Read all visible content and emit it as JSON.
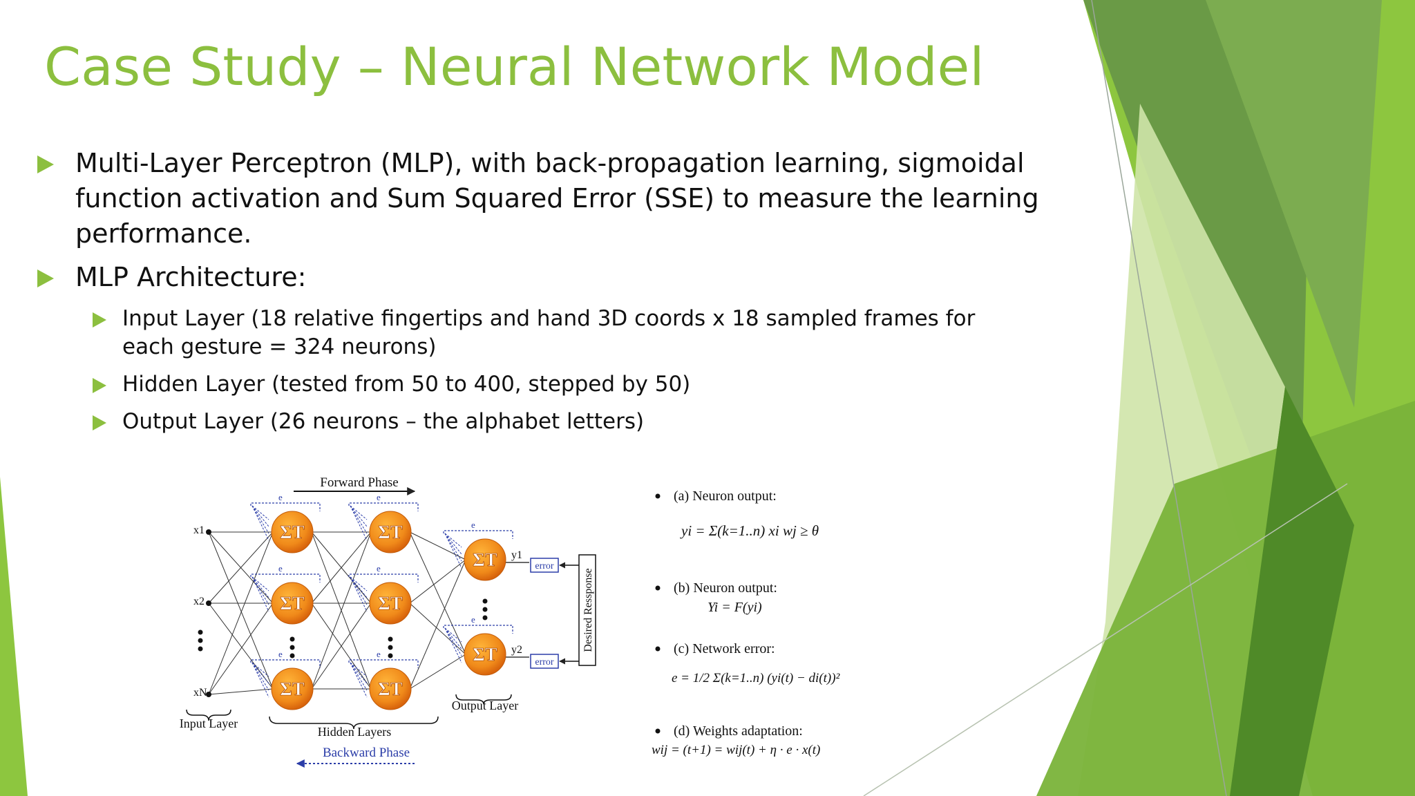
{
  "slide": {
    "title": "Case Study – Neural Network Model",
    "bullets": [
      {
        "text": "Multi-Layer Perceptron (MLP), with back-propagation learning, sigmoidal function activation and Sum Squared Error (SSE) to measure the learning performance."
      },
      {
        "text": "MLP Architecture:"
      }
    ],
    "sub_bullets": [
      {
        "text": "Input Layer (18 relative fingertips and hand 3D coords x 18 sampled frames for each gesture = 324 neurons)"
      },
      {
        "text": "Hidden Layer (tested from 50 to 400, stepped by 50)"
      },
      {
        "text": "Output Layer (26 neurons – the alphabet letters)"
      }
    ]
  },
  "diagram": {
    "forward_phase": "Forward Phase",
    "backward_phase": "Backward Phase",
    "input_layer": "Input Layer",
    "hidden_layers": "Hidden Layers",
    "output_layer": "Output Layer",
    "desired_response": "Desired Ressponse",
    "error_label": "error",
    "e_label": "e",
    "neuron_symbol": "ΣT",
    "inputs": [
      "x1",
      "x2",
      "xN"
    ],
    "outputs": [
      "y1",
      "y2"
    ]
  },
  "formulas": [
    {
      "label": "(a) Neuron output:",
      "expr": "yi = Σ(k=1..n) xi wj ≥ θ"
    },
    {
      "label": "(b) Neuron output:",
      "expr": "Yi = F(yi)"
    },
    {
      "label": "(c) Network error:",
      "expr": "e = 1/2 Σ(k=1..n) (yi(t) − di(t))²"
    },
    {
      "label": "(d) Weights adaptation:",
      "expr": "wij = (t+1) = wij(t) + η · e · x(t)"
    }
  ],
  "colors": {
    "accent_green": "#8cbf3f",
    "dark_green": "#5e9a2c",
    "neuron_orange": "#f08a1a",
    "link_blue": "#2b3da8"
  }
}
